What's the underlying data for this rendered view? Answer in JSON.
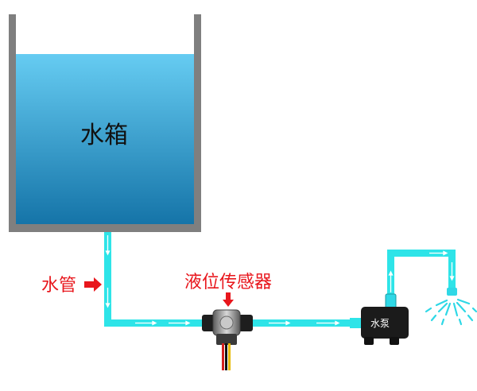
{
  "labels": {
    "tank": "水箱",
    "pipe": "水管",
    "sensor": "液位传感器",
    "pump": "水泵"
  },
  "colors": {
    "pipe": "#2ee4e8",
    "flow_arrow": "#ffffff",
    "label_red": "#e8161c",
    "tank_wall": "#7f7f7f",
    "water_top": "#66ccf2",
    "water_bottom": "#1574a8",
    "pump_body": "#1b1b1b",
    "spray": "#2fd8e6"
  },
  "icons": {
    "pipe_pointer": "red-arrow-right-icon",
    "sensor_pointer": "red-arrow-down-icon",
    "spray": "water-spray-icon"
  }
}
